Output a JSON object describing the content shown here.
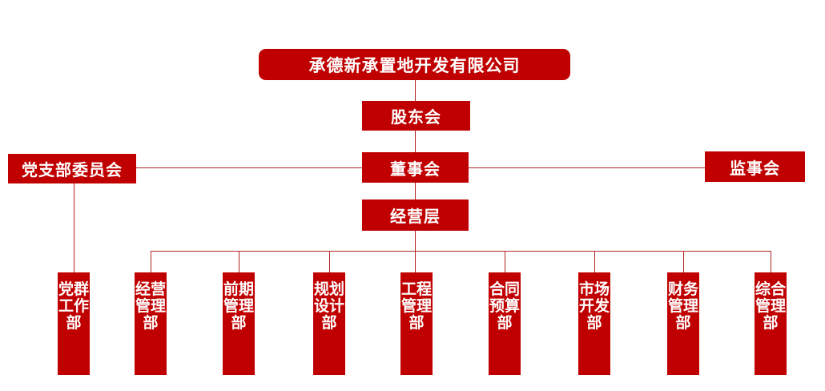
{
  "org_chart": {
    "company": "承德新承置地开发有限公司",
    "levels": {
      "shareholders": "股东会",
      "party_committee": "党支部委员会",
      "board": "董事会",
      "supervisors": "监事会",
      "management": "经营层"
    },
    "departments": [
      {
        "label": "党群工作部"
      },
      {
        "label": "经营管理部"
      },
      {
        "label": "前期管理部"
      },
      {
        "label": "规划设计部"
      },
      {
        "label": "工程管理部"
      },
      {
        "label": "合同预算部"
      },
      {
        "label": "市场开发部"
      },
      {
        "label": "财务管理部"
      },
      {
        "label": "综合管理部"
      }
    ],
    "colors": {
      "box": "#c00000",
      "line": "#b32424",
      "text": "#ffffff",
      "background": "#ffffff"
    }
  }
}
